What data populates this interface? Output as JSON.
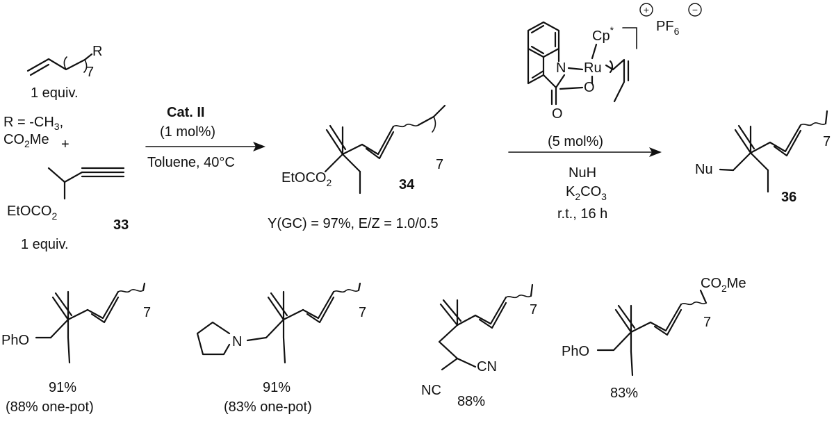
{
  "reactants": {
    "alkene_R": "R",
    "alkene_repeat": "7",
    "alkene_equiv": "1 equiv.",
    "r_definition_line1": "R = -CH",
    "r_definition_line1_sub": "3",
    "r_definition_line1_end": ",",
    "r_definition_line2_a": "CO",
    "r_definition_line2_sub": "2",
    "r_definition_line2_b": "Me",
    "plus": "+",
    "alkyne_ester_a": "EtOCO",
    "alkyne_ester_sub": "2",
    "alkyne_number": "33",
    "alkyne_equiv": "1 equiv."
  },
  "step1": {
    "catalyst": "Cat. II",
    "loading": "(1 mol%)",
    "conditions": "Toluene, 40°C"
  },
  "intermediate": {
    "ester_a": "EtOCO",
    "ester_sub": "2",
    "repeat": "7",
    "number": "34",
    "yield": "Y(GC) = 97%, E/Z = 1.0/0.5"
  },
  "step2": {
    "cp": "Cp",
    "cp_star": "*",
    "n": "N",
    "ru": "Ru",
    "o": "O",
    "o2": "O",
    "charge_plus": "+",
    "pf": "PF",
    "pf_sub": "6",
    "charge_minus": "−",
    "loading": "(5 mol%)",
    "nucleophile": "NuH",
    "base_a": "K",
    "base_sub": "2",
    "base_b": "CO",
    "base_sub2": "3",
    "time": "r.t., 16 h"
  },
  "product": {
    "nu": "Nu",
    "repeat": "7",
    "number": "36"
  },
  "examples": [
    {
      "group": "PhO",
      "repeat": "7",
      "yield": "91%",
      "yield_onepot": "(88% one-pot)"
    },
    {
      "group": "N",
      "repeat": "7",
      "yield": "91%",
      "yield_onepot": "(83% one-pot)"
    },
    {
      "cn1": "CN",
      "cn2": "NC",
      "repeat": "7",
      "yield": "88%"
    },
    {
      "group": "PhO",
      "ester_a": "CO",
      "ester_sub": "2",
      "ester_b": "Me",
      "repeat": "7",
      "yield": "83%"
    }
  ]
}
